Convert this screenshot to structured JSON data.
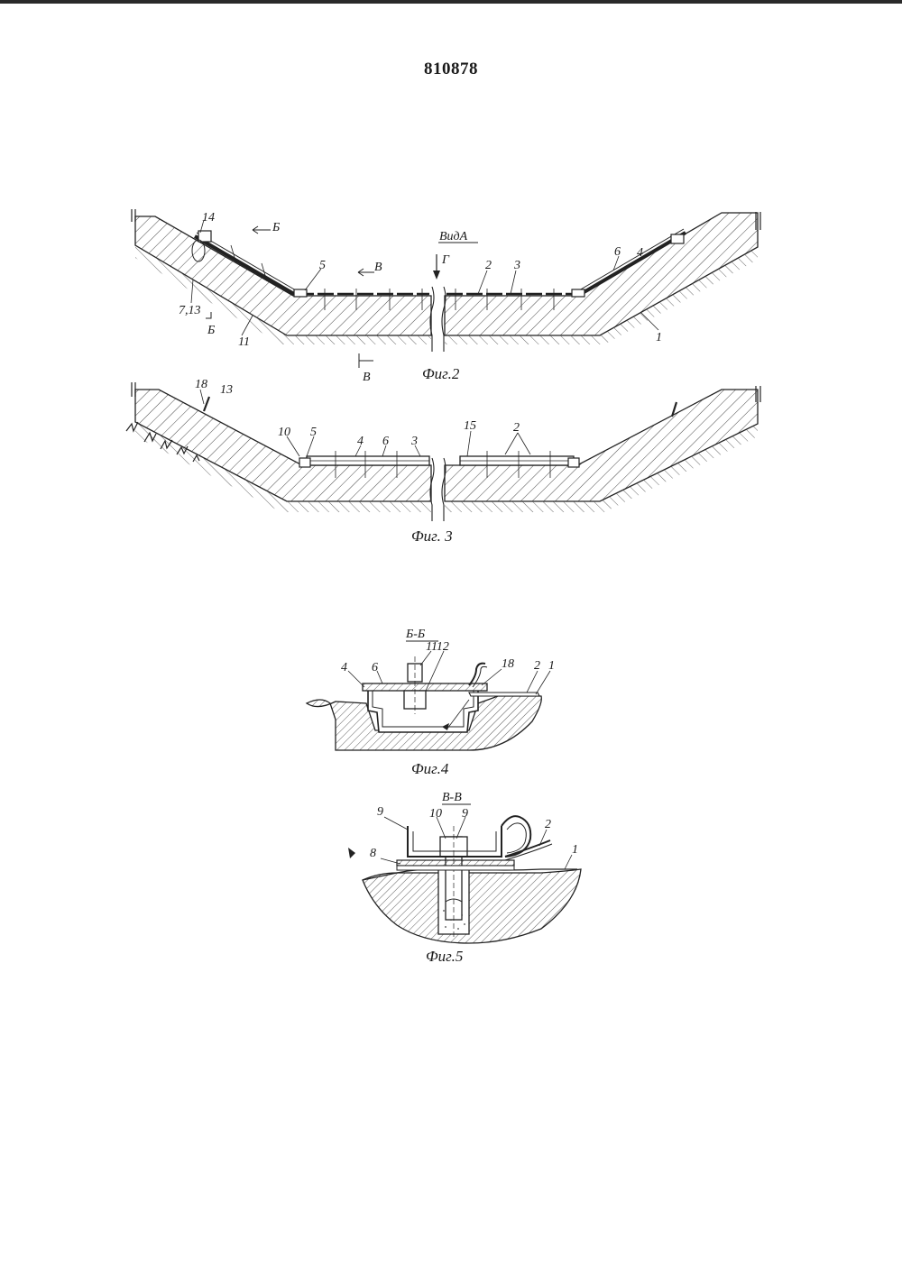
{
  "document": {
    "patent_number": "810878"
  },
  "figures": {
    "fig2": {
      "caption": "Фиг.2",
      "view_label": "ВидА",
      "arrow_label": "Г",
      "section_b_top": "Б",
      "section_b_bottom": "Б",
      "section_v_top": "В",
      "section_v_bottom": "В",
      "labels": {
        "l14": "14",
        "l5": "5",
        "l2": "2",
        "l3": "3",
        "l6": "6",
        "l4": "4",
        "l1": "1",
        "l713": "7,13",
        "l11": "11"
      }
    },
    "fig3": {
      "caption": "Фиг. 3",
      "labels": {
        "l18": "18",
        "l13": "13",
        "l10": "10",
        "l5": "5",
        "l4": "4",
        "l6": "6",
        "l3": "3",
        "l15": "15",
        "l2": "2"
      }
    },
    "fig4": {
      "caption": "Фиг.4",
      "section_title": "Б-Б",
      "labels": {
        "l1112": "1112",
        "l18": "18",
        "l2": "2",
        "l1": "1",
        "l4": "4",
        "l6": "6"
      }
    },
    "fig5": {
      "caption": "Фиг.5",
      "section_title": "В-В",
      "labels": {
        "l9a": "9",
        "l10": "10",
        "l9b": "9",
        "l2": "2",
        "l8": "8",
        "l1": "1"
      }
    }
  }
}
